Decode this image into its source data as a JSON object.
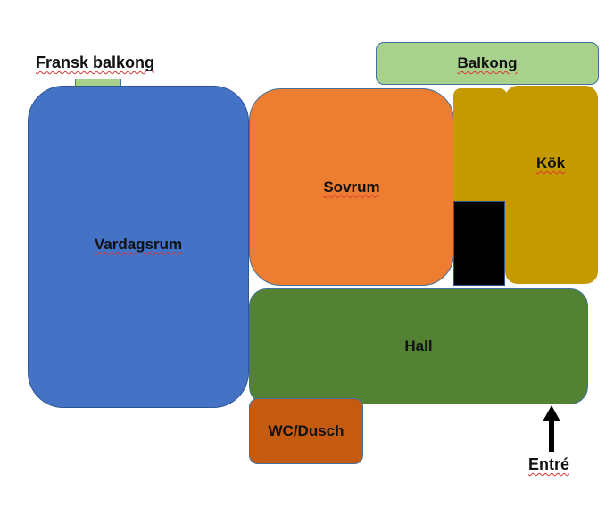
{
  "rooms": {
    "vardagsrum": "Vardagsrum",
    "sovrum": "Sovrum",
    "kok": "Kök",
    "hall": "Hall",
    "wc": "WC/Dusch",
    "balkong": "Balkong"
  },
  "labels": {
    "fransk_balkong": "Fransk balkong",
    "entre": "Entré"
  },
  "colors": {
    "vardagsrum": "#4472c4",
    "sovrum": "#ed7d31",
    "kok": "#c49a00",
    "hall": "#548235",
    "wc": "#c55a11",
    "balkong": "#a9d18e"
  }
}
